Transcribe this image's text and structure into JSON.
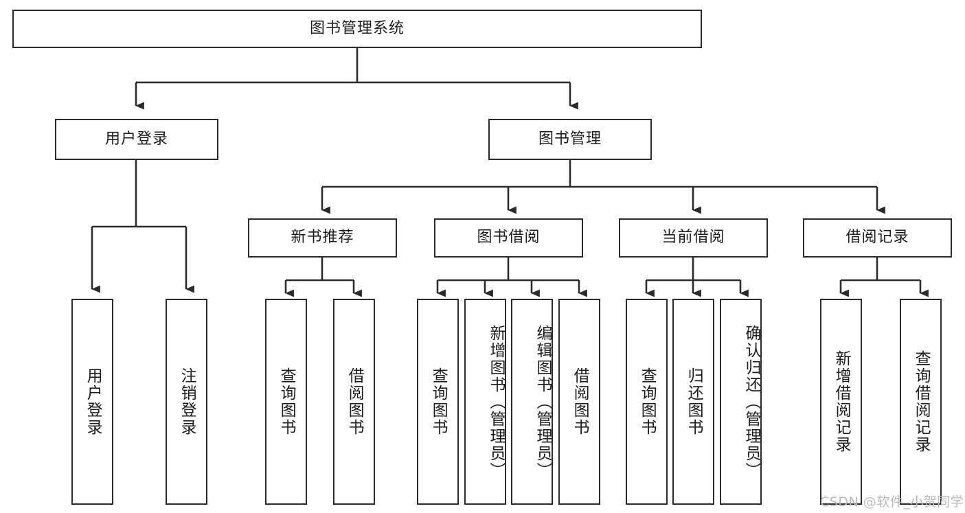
{
  "diagram": {
    "title": "图书管理系统",
    "type": "功能结构图",
    "root": {
      "label": "图书管理系统"
    },
    "level2": [
      {
        "label": "用户登录"
      },
      {
        "label": "图书管理"
      }
    ],
    "level3": [
      {
        "label": "新书推荐"
      },
      {
        "label": "图书借阅"
      },
      {
        "label": "当前借阅"
      },
      {
        "label": "借阅记录"
      }
    ],
    "leaves": {
      "user_login": [
        {
          "label": "用户登录"
        },
        {
          "label": "注销登录"
        }
      ],
      "new_book_recommend": [
        {
          "label": "查询图书"
        },
        {
          "label": "借阅图书"
        }
      ],
      "book_borrow": [
        {
          "label": "查询图书"
        },
        {
          "label": "新增图书（管理员）"
        },
        {
          "label": "编辑图书（管理员）"
        },
        {
          "label": "借阅图书"
        }
      ],
      "current_borrow": [
        {
          "label": "查询图书"
        },
        {
          "label": "归还图书"
        },
        {
          "label": "确认归还（管理员）"
        }
      ],
      "borrow_record": [
        {
          "label": "新增借阅记录"
        },
        {
          "label": "查询借阅记录"
        }
      ]
    }
  },
  "watermark": {
    "text": "CSDN @软件_小贺同学"
  },
  "colors": {
    "stroke": "#2b2b2b",
    "box_fill": "#ffffff",
    "text": "#1d1d1d",
    "watermark": "#b9b9b9"
  }
}
